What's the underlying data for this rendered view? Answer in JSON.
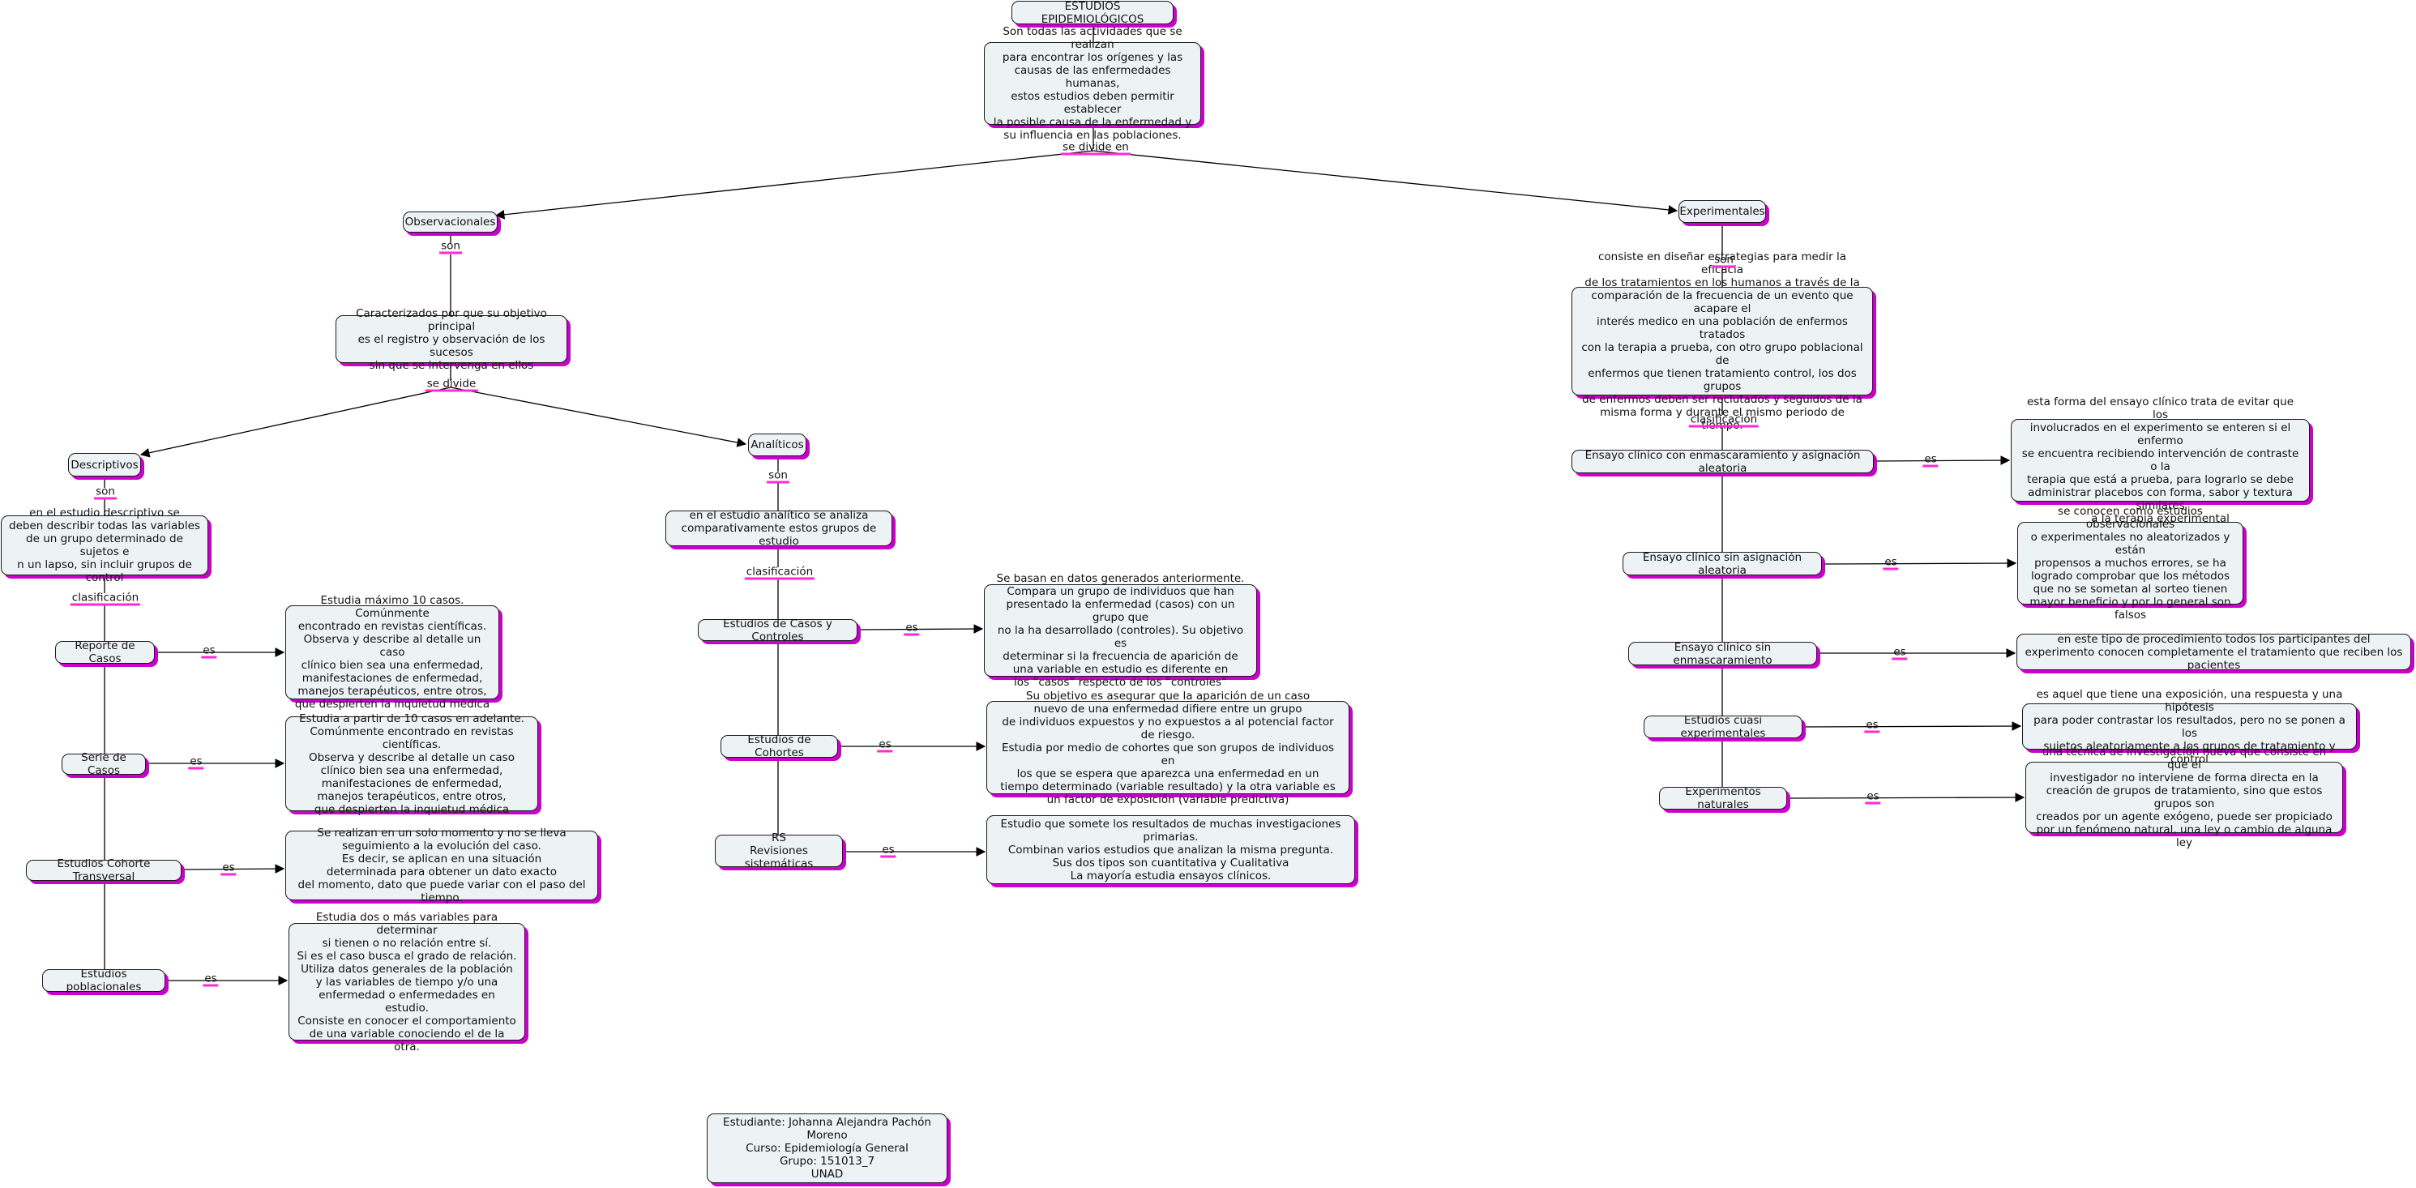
{
  "map": {
    "title": "ESTUDIOS EPIDEMIOLÓGICOS",
    "definition": "Son todas las actividades que se realizan\npara encontrar los orígenes y las\ncausas de las enfermedades humanas,\nestos estudios deben permitir establecer\nla posible causa de la enfermedad y\nsu influencia en las poblaciones.",
    "observacionales": "Observacionales",
    "observacionales_def": "Caracterizados por que su objetivo principal\nes el registro y observación de los sucesos\nsin que se intervenga en ellos",
    "descriptivos": "Descriptivos",
    "descriptivos_def": "en el estudio descriptivo se\ndeben describir todas las variables\nde un grupo determinado de sujetos e\nn un lapso, sin incluir grupos de control",
    "reporte": "Reporte de Casos",
    "reporte_def": "Estudia máximo 10 casos. Comúnmente\nencontrado en revistas científicas.\nObserva y describe al detalle un caso\nclínico bien sea una enfermedad,\nmanifestaciones de enfermedad,\nmanejos terapéuticos, entre otros,\nque despierten la inquietud médica",
    "serie": "Serie de Casos",
    "serie_def": "Estudia a partir de 10 casos en adelante.\nComúnmente encontrado en revistas científicas.\nObserva y describe al detalle un caso\nclínico bien sea una enfermedad,\nmanifestaciones de enfermedad,\nmanejos terapéuticos, entre otros,\nque despierten la inquietud médica",
    "transversal": "Estudios Cohorte Transversal",
    "transversal_def": "Se realizan en un solo momento y no se lleva\nseguimiento a la evolución del caso.\nEs decir, se aplican en una situación\ndeterminada para obtener un dato exacto\ndel momento, dato que puede variar con el paso del tiempo.",
    "poblacionales": "Estudios poblacionales",
    "poblacionales_def": "Estudia dos o más variables para determinar\nsi tienen o no relación entre sí.\nSi es el caso busca el grado de relación.\nUtiliza datos generales de la población\ny las variables de tiempo y/o una\nenfermedad o enfermedades en estudio.\nConsiste en conocer el comportamiento\nde una variable conociendo el de la otra.",
    "analiticos": "Analíticos",
    "analiticos_def": "en el estudio analítico se analiza\ncomparativamente estos grupos de estudio",
    "casos_controles": "Estudios de Casos y Controles",
    "casos_controles_def": "Se basan en datos generados anteriormente.\nCompara un grupo de individuos que han\npresentado la enfermedad (casos) con un grupo que\nno la ha desarrollado (controles). Su objetivo es\ndeterminar si la frecuencia de aparición de\nuna variable en estudio es diferente en\nlos “casos” respecto de los “controles”",
    "cohortes": "Estudios de Cohortes",
    "cohortes_def": "Su objetivo es asegurar que la aparición de un caso\nnuevo de una enfermedad difiere entre un grupo\nde individuos expuestos y no expuestos a al potencial factor de riesgo.\nEstudia por medio de cohortes que son grupos de individuos en\nlos que se espera que aparezca una enfermedad en un\ntiempo determinado (variable resultado) y la otra variable es\nun factor de exposición (variable predictiva)",
    "rs": "RS\nRevisiones sistemáticas",
    "rs_def": "Estudio que somete los resultados de muchas investigaciones primarias.\nCombinan varios estudios que analizan la misma pregunta.\nSus dos tipos son cuantitativa y Cualitativa\nLa mayoría estudia ensayos clínicos.",
    "experimentales": "Experimentales",
    "experimentales_def": "consiste en diseñar estrategias para medir la eficacia\nde los tratamientos en los humanos a través de  la\ncomparación de la frecuencia de un evento que acapare el\ninterés medico en una población de enfermos tratados\ncon la terapia a prueba, con otro grupo poblacional de\nenfermos que tienen tratamiento control, los dos grupos\nde enfermos deben ser reclutados y seguidos de la\nmisma forma y durante el mismo periodo de tiempo.",
    "ensayo_enmasc": "Ensayo clínico con enmascaramiento y asignación aleatoria",
    "ensayo_enmasc_def": "esta forma del ensayo clínico trata de evitar que los\ninvolucrados en el experimento se enteren si el enfermo\nse encuentra recibiendo intervención de contraste o la\nterapia que está a prueba, para lograrlo se debe\nadministrar placebos con forma, sabor y textura similares\na la terapia experimental",
    "ensayo_sin_asig": "Ensayo clínico sin asignación aleatoria",
    "ensayo_sin_asig_def": "se conocen como estudios observacionales\no experimentales no aleatorizados y están\npropensos a muchos errores, se ha\nlogrado comprobar que los métodos\nque no se sometan al sorteo tienen\nmayor beneficio y por lo general son falsos",
    "ensayo_sin_enmasc": "Ensayo clínico sin enmascaramiento",
    "ensayo_sin_enmasc_def": "en este tipo de procedimiento todos los participantes del\nexperimento conocen completamente el tratamiento que reciben los pacientes",
    "cuasi": "Estudios cuasi experimentales",
    "cuasi_def": "es aquel que tiene una exposición, una respuesta y una hipótesis\npara poder contrastar los resultados, pero no se ponen a los\nsujetos aleatoriamente a los grupos de tratamiento y control",
    "naturales": "Experimentos naturales",
    "naturales_def": "una técnica de investigación nueva que consiste en que el\ninvestigador no interviene de forma directa en la\ncreación de grupos de tratamiento, sino que estos grupos son\ncreados por un agente exógeno, puede ser propiciado\npor un fenómeno natural, una ley o cambio de alguna ley",
    "student": "Estudiante: Johanna Alejandra Pachón Moreno\nCurso: Epidemiología General\nGrupo: 151013_7\nUNAD"
  },
  "labels": {
    "se_divide_en": "se divide en",
    "son": "son",
    "se_divide": "se divide",
    "clasificacion": "clasificación",
    "es": "es"
  },
  "colors": {
    "shadow": "#cc00cc",
    "node_fill": "#edf2f4",
    "label_underline": "#ff2ad4"
  }
}
